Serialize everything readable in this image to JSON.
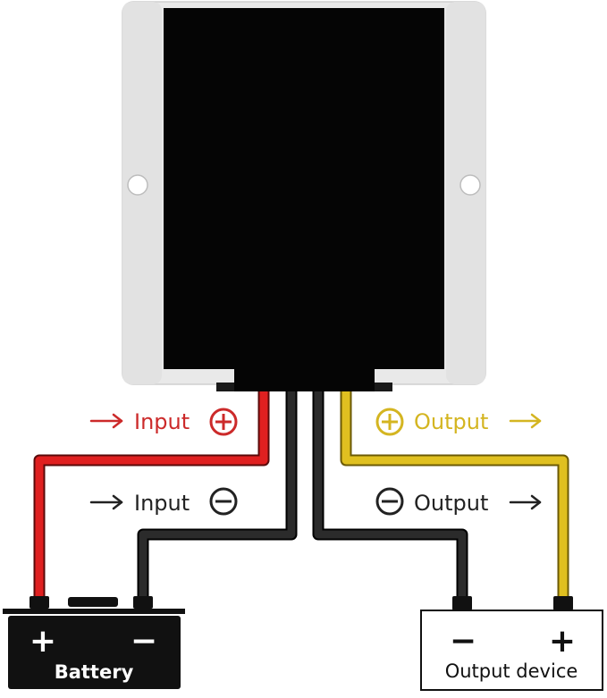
{
  "labels": {
    "input_pos": "Input",
    "input_neg": "Input",
    "output_pos": "Output",
    "output_neg": "Output"
  },
  "battery": {
    "label": "Battery",
    "plus": "+",
    "minus": "−"
  },
  "output_device": {
    "label": "Output device",
    "plus": "+",
    "minus": "−"
  },
  "colors": {
    "positive_input_wire": "#e02020",
    "positive_output_wire": "#e0c020",
    "negative_wire": "#222222",
    "input_label": "#cc2a2a",
    "output_label": "#d4b521",
    "neutral_label": "#222222",
    "module_case": "#e9e9e9",
    "module_panel": "#050505"
  },
  "icons": {
    "arrow": "right-arrow-icon",
    "positive": "circled-plus-icon",
    "negative": "circled-minus-icon"
  }
}
